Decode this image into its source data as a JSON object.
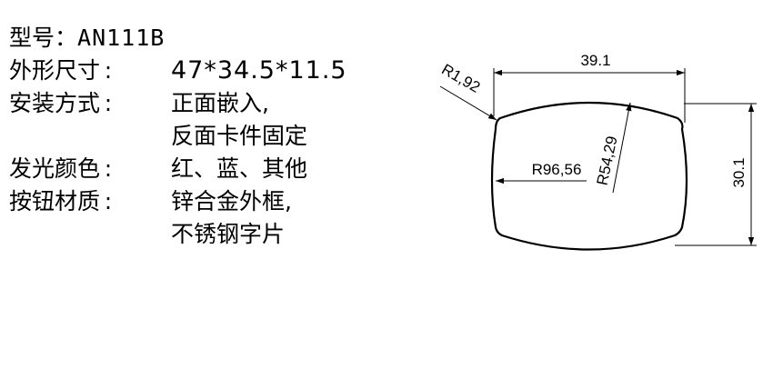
{
  "spec": {
    "model": {
      "label": "型号：",
      "value": "AN111B"
    },
    "size": {
      "label": "外形尺寸",
      "colon": ":",
      "value": "47*34.5*11.5"
    },
    "install": {
      "label": "安装方式",
      "colon": ":",
      "value_line1": "正面嵌入,",
      "value_line2": "反面卡件固定"
    },
    "color": {
      "label": "发光颜色",
      "colon": ":",
      "value": "红、蓝、其他"
    },
    "material": {
      "label": "按钮材质",
      "colon": ":",
      "value_line1": "锌合金外框,",
      "value_line2": "不锈钢字片"
    }
  },
  "drawing": {
    "width_dim": "39.1",
    "height_dim": "30.1",
    "corner_radius": "R1,92",
    "side_radius": "R96,56",
    "top_radius": "R54,29"
  },
  "colors": {
    "line": "#000000",
    "background": "#ffffff"
  }
}
